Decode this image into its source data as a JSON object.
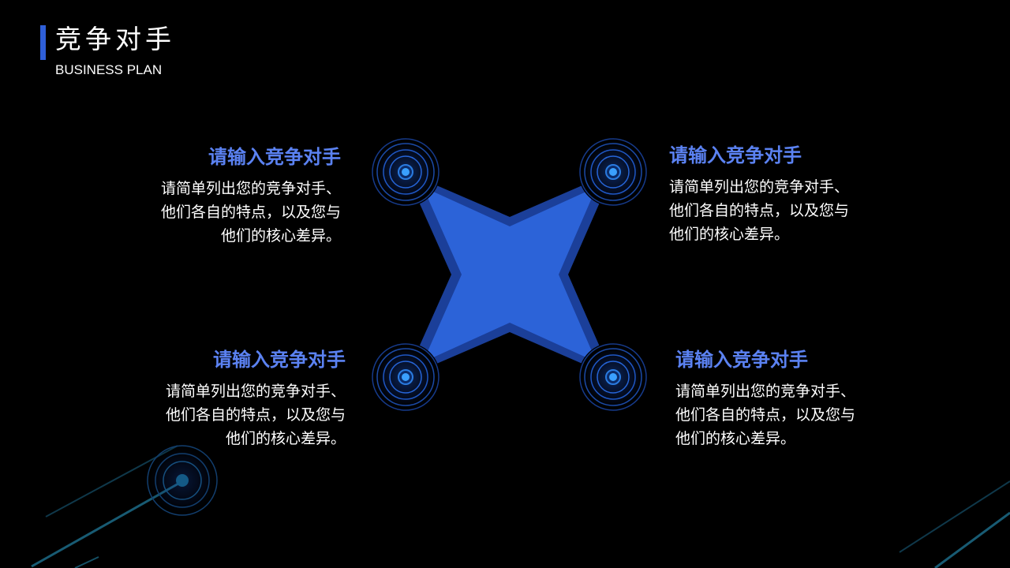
{
  "header": {
    "title": "竞争对手",
    "subtitle": "BUSINESS PLAN"
  },
  "colors": {
    "background": "#000000",
    "accent": "#2f5fd8",
    "heading": "#5b82f2",
    "text": "#ffffff"
  },
  "items": [
    {
      "heading": "请输入竞争对手",
      "text": "请简单列出您的竞争对手、他们各自的特点，以及您与他们的核心差异。"
    },
    {
      "heading": "请输入竞争对手",
      "text": "请简单列出您的竞争对手、他们各自的特点，以及您与他们的核心差异。"
    },
    {
      "heading": "请输入竞争对手",
      "text": "请简单列出您的竞争对手、他们各自的特点，以及您与他们的核心差异。"
    },
    {
      "heading": "请输入竞争对手",
      "text": "请简单列出您的竞争对手、他们各自的特点，以及您与他们的核心差异。"
    }
  ]
}
